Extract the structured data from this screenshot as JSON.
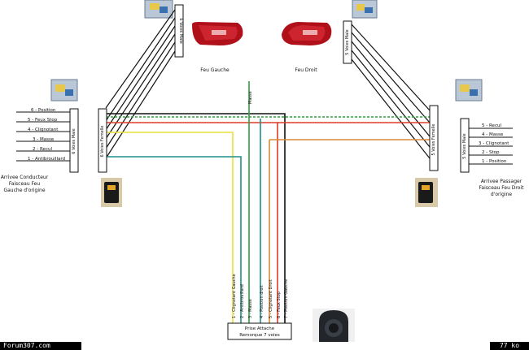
{
  "colors": {
    "wire_black": "#111111",
    "wire_green": "#2e9e3e",
    "wire_red": "#e03a2a",
    "wire_yellow": "#e9e23a",
    "wire_teal": "#1f8f88",
    "wire_orange": "#d98a3a",
    "wire_brown": "#8a5a2a",
    "wire_gray": "#7a7a7a",
    "lamp_red": "#b0101a"
  },
  "labels": {
    "male_connector_left": "6 Voies Male",
    "male_connector_right": "5 Voies Male",
    "feu_gauche": "Feu Gauche",
    "feu_droit": "Feu Droit",
    "masse_top": "Masse",
    "left_female_box": "6 Voies Femelle",
    "left_male_box": "6 Voies Male",
    "right_female_box": "5 Voies Femelle",
    "right_male_box": "5 Voies Male",
    "arrivee_conducteur": [
      "Arrivee Conducteur",
      "Faisceau Feu",
      "Gauche d'origine"
    ],
    "arrivee_passager": [
      "Arrivee Passager",
      "Faisceau Feu Droit",
      "d'origine"
    ],
    "prise_attache": [
      "Prise Attache",
      "Remorque 7 voies"
    ]
  },
  "left_pins": [
    "6 - Position",
    "5 - Feux Stop",
    "4 - Clignotant",
    "3 - Masse",
    "2 - Recul",
    "1 - Antibrouillard"
  ],
  "right_pins": [
    "5 - Recul",
    "4 - Masse",
    "3 - Clignotant",
    "2 - Stop",
    "1 - Position"
  ],
  "prise_pins": [
    "1 - Clignotant Gauche",
    "2 - Antibrouillard",
    "3 - Masse",
    "4 - Position droit",
    "5 - Clignotant Droit",
    "6 - Feux Stop",
    "7 - Position Gauche"
  ],
  "footer": {
    "site": "Forum307.com",
    "size": "77 ko"
  }
}
